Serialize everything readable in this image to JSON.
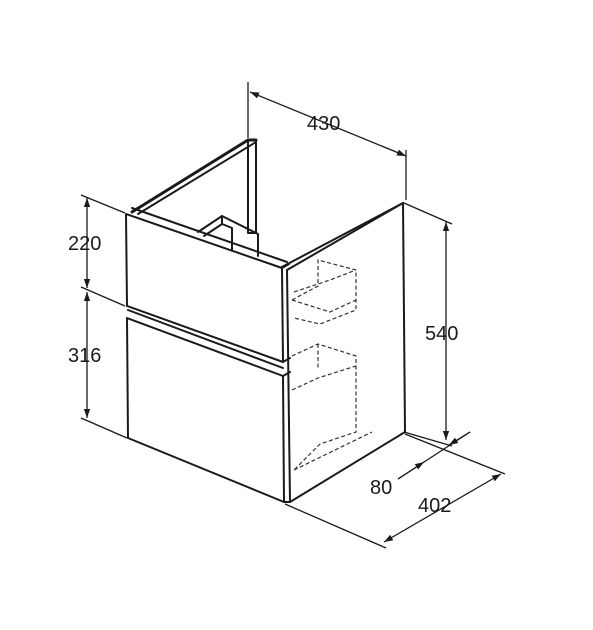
{
  "dimensions": {
    "width": "430",
    "height_total": "540",
    "top_drawer": "220",
    "bottom_drawer": "316",
    "depth": "402",
    "inset": "80"
  }
}
